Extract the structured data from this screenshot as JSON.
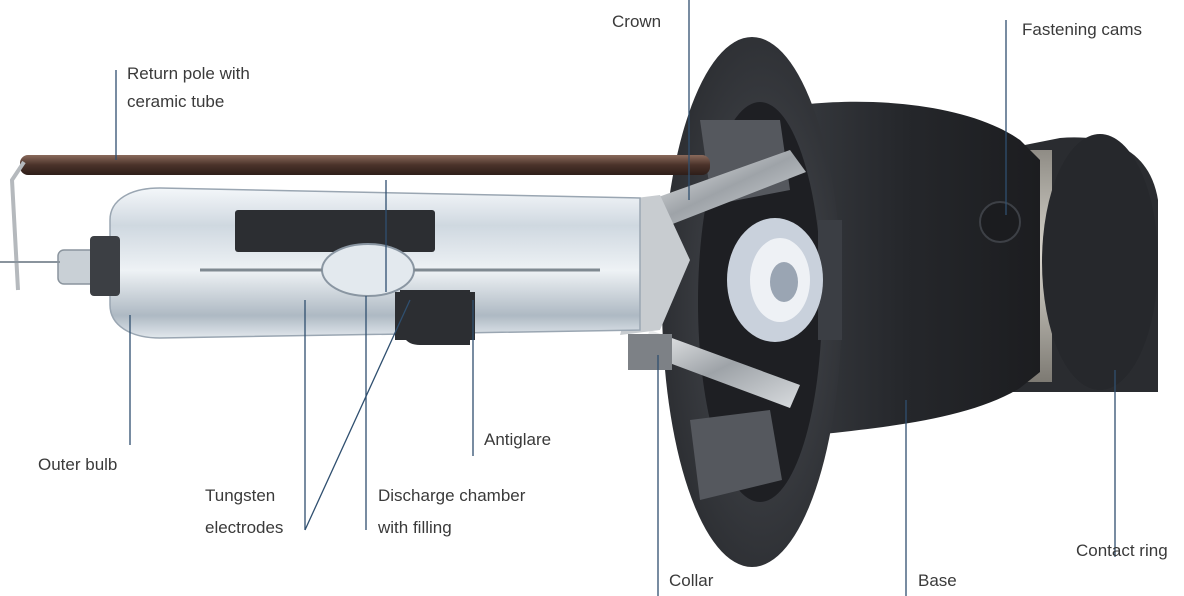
{
  "colors": {
    "leader_line": "#2f4f6f",
    "label_text": "#3a3a3a",
    "base_dark": "#2b2d31",
    "glass": "#dfe6ec",
    "return_pole": "#5a3f35",
    "contact_ring": "#b9b6ae"
  },
  "labels": {
    "crown": "Crown",
    "fastening_cams": "Fastening cams",
    "return_pole_line1": "Return pole with",
    "return_pole_line2": "ceramic tube",
    "outer_bulb": "Outer bulb",
    "tungsten_line1": "Tungsten",
    "tungsten_line2": "electrodes",
    "discharge_line1": "Discharge chamber",
    "discharge_line2": "with filling",
    "antiglare": "Antiglare",
    "collar": "Collar",
    "base": "Base",
    "contact_ring": "Contact ring"
  }
}
